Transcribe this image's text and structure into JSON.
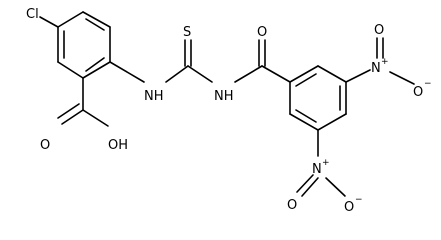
{
  "molecule": {
    "atoms": {
      "Cl": "Cl",
      "OH": "OH",
      "O_acid": "O",
      "NH_left": "NH",
      "S": "S",
      "NH_right": "NH",
      "O_amide": "O",
      "N_top": "N",
      "O_top_up": "O",
      "O_top_right": "O",
      "N_bottom": "N",
      "O_bottom_down": "O",
      "O_bottom_right": "O"
    },
    "charges": {
      "plus": "+",
      "minus": "−"
    }
  }
}
